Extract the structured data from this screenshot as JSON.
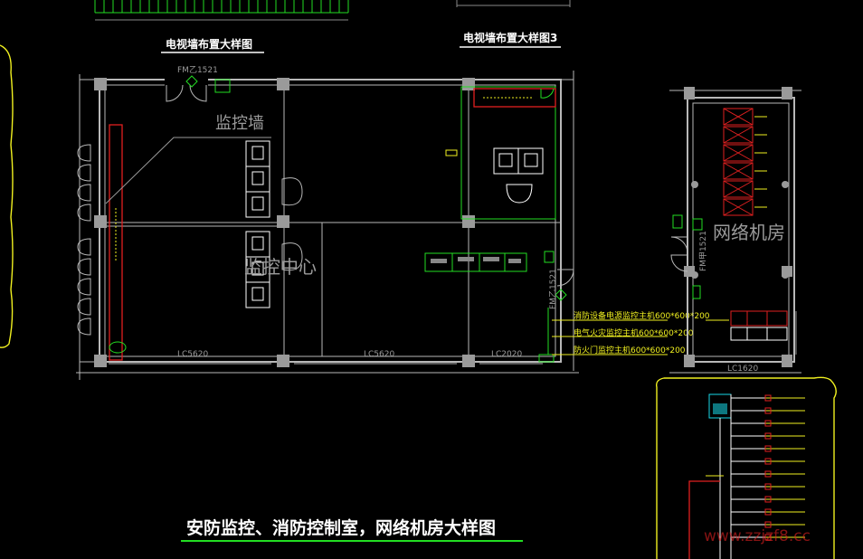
{
  "titles": {
    "tv_wall_left": "电视墙布置大样图",
    "tv_wall_right": "电视墙布置大样图3",
    "main": "安防监控、消防控制室，网络机房大样图"
  },
  "rooms": {
    "monitor_wall": "监控墙",
    "monitor_center": "监控中心",
    "network_room": "网络机房"
  },
  "doors": {
    "top": "FM乙1521",
    "mid": "FM乙1521",
    "right": "FM甲1521"
  },
  "windows": {
    "w1": "LC5620",
    "w2": "LC5620",
    "w3": "LC2020",
    "w4": "LC1620"
  },
  "cabinets": {
    "c1": "消防设备电源监控主机600*600*200",
    "c2": "电气火灾监控主机600*600*200",
    "c3": "防火门监控主机600*600*200"
  },
  "watermark": "www.zzjzf8.cc",
  "colors": {
    "background": "#000000",
    "wall": "#b8b8b8",
    "white_line": "#ffffff",
    "green": "#22dd22",
    "red": "#e02020",
    "yellow": "#f0f020",
    "cyan": "#18d8e8",
    "gray_text": "#9a9a9a"
  }
}
